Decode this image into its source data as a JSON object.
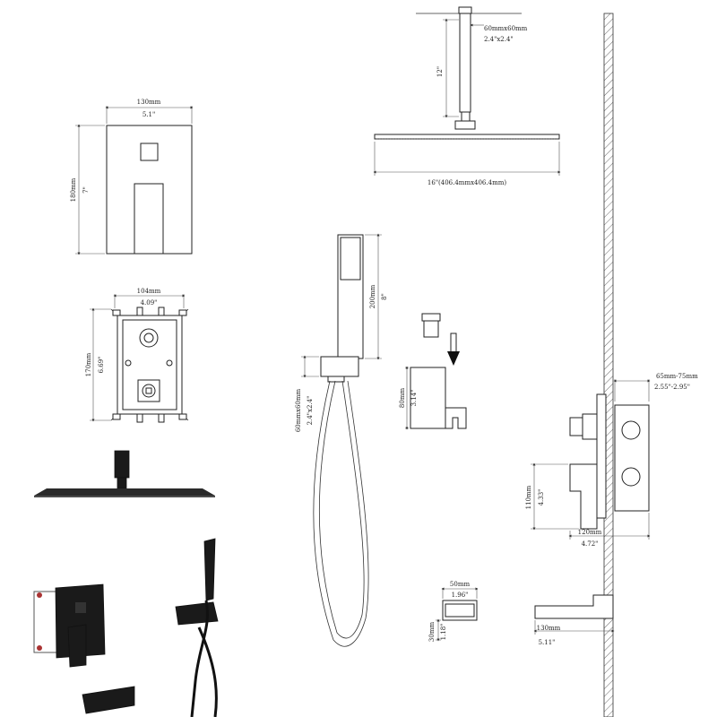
{
  "colors": {
    "line": "#333333",
    "product": "#1a1a1a",
    "background": "#ffffff"
  },
  "showerhead_side": {
    "arm_size_mm": "60mmx60mm",
    "arm_size_in": "2.4\"x2.4\"",
    "arm_length": "12\"",
    "head_width": "16\"(406.4mmx406.4mm)"
  },
  "valve_trim": {
    "width_mm": "130mm",
    "width_in": "5.1\"",
    "height_mm": "180mm",
    "height_in": "7\""
  },
  "valve_body": {
    "width_mm": "104mm",
    "width_in": "4.09\"",
    "height_mm": "170mm",
    "height_in": "6.69\""
  },
  "handheld": {
    "length_mm": "200mm",
    "length_in": "8\"",
    "bracket_mm": "60mmx60mm",
    "bracket_in": "2.4\"x2.4\""
  },
  "holder": {
    "height_mm": "80mm",
    "height_in": "3.14\""
  },
  "wall_install": {
    "depth_mm": "65mm-75mm",
    "depth_in": "2.55\"-2.95\"",
    "handle_height_mm": "110mm",
    "handle_height_in": "4.33\"",
    "handle_depth_mm": "120mm",
    "handle_depth_in": "4.72\"",
    "spout_depth_mm": "130mm",
    "spout_depth_in": "5.11\""
  },
  "spout_front": {
    "width_mm": "50mm",
    "width_in": "1.96\"",
    "height_mm": "30mm",
    "height_in": "1.18\""
  }
}
